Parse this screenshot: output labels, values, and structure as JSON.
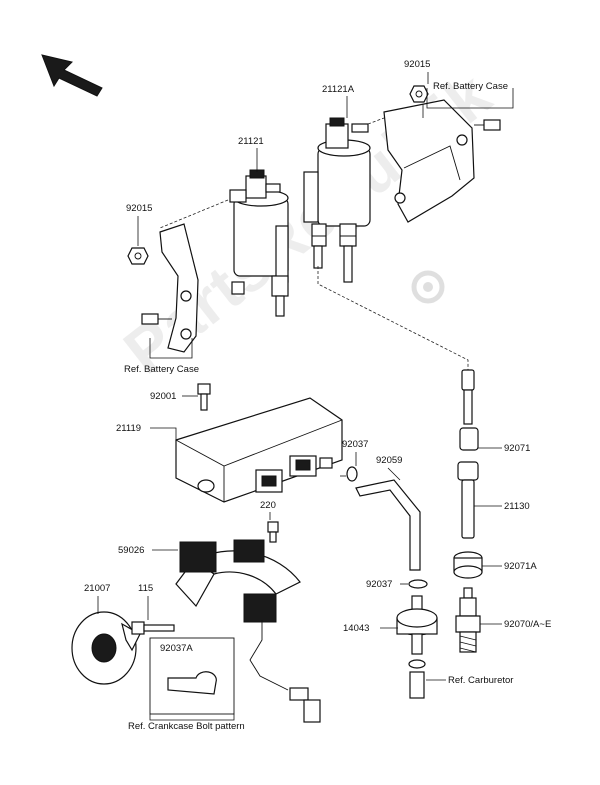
{
  "labels": {
    "p92015_top": "92015",
    "ref_battery_top": "Ref. Battery Case",
    "p21121A": "21121A",
    "p21121": "21121",
    "p92015_left": "92015",
    "ref_battery_left": "Ref. Battery Case",
    "p92001": "92001",
    "p21119": "21119",
    "p92037_a": "92037",
    "p92059": "92059",
    "p92071": "92071",
    "p21130": "21130",
    "p220": "220",
    "p59026": "59026",
    "p92071A": "92071A",
    "p21007": "21007",
    "p115": "115",
    "p92037_b": "92037",
    "p14043": "14043",
    "p92070": "92070/A~E",
    "p92037A": "92037A",
    "ref_carburetor": "Ref. Carburetor",
    "ref_crankcase": "Ref. Crankcase Bolt pattern"
  },
  "watermark": "PartsRepublik",
  "icons": {
    "direction_arrow": "arrow-up-left-icon",
    "watermark_gear": "gear-icon"
  },
  "colors": {
    "line": "#111111",
    "background": "#ffffff"
  }
}
